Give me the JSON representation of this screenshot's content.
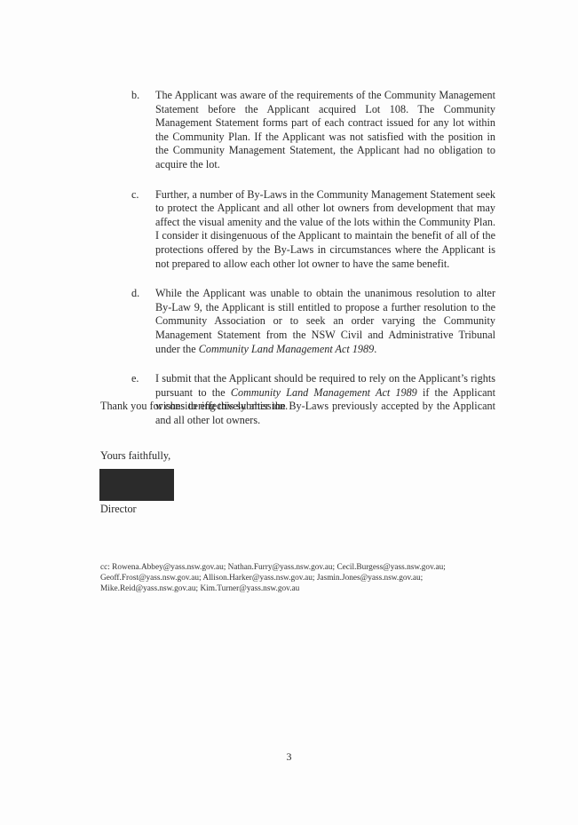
{
  "items": [
    {
      "letter": "b.",
      "text": "The Applicant was aware of the requirements of the Community Management Statement before the Applicant acquired Lot 108. The Community Management Statement forms part of each contract issued for any lot within the Community Plan. If the Applicant was not satisfied with the position in the Community Management Statement, the Applicant had no obligation to acquire the lot."
    },
    {
      "letter": "c.",
      "text": "Further, a number of By-Laws in the Community Management Statement seek to protect the Applicant and all other lot owners from development that may affect the visual amenity and the value of the lots within the Community Plan. I consider it disingenuous of the Applicant to maintain the benefit of all of the protections offered by the By-Laws in circumstances where the Applicant is not prepared to allow each other lot owner to have the same benefit."
    },
    {
      "letter": "d.",
      "text_before": "While the Applicant was unable to obtain the unanimous resolution to alter By-Law 9, the Applicant is still entitled to propose a further resolution to the Community Association or to seek an order varying the Community Management Statement from the NSW Civil and Administrative Tribunal under the ",
      "act": "Community Land Management Act 1989",
      "text_after": "."
    },
    {
      "letter": "e.",
      "text_before": "I submit that the Applicant should be required to rely on the Applicant’s rights pursuant to the ",
      "act": "Community Land Management Act 1989",
      "text_after": " if the Applicant wishes to effectively alter the By-Laws previously accepted by the Applicant and all other lot owners."
    }
  ],
  "thanks": "Thank you for considering this submission.",
  "closing": "Yours faithfully,",
  "role": "Director",
  "cc": [
    "cc: Rowena.Abbey@yass.nsw.gov.au; Nathan.Furry@yass.nsw.gov.au; Cecil.Burgess@yass.nsw.gov.au;",
    "Geoff.Frost@yass.nsw.gov.au; Allison.Harker@yass.nsw.gov.au; Jasmin.Jones@yass.nsw.gov.au;",
    "Mike.Reid@yass.nsw.gov.au; Kim.Turner@yass.nsw.gov.au"
  ],
  "page_number": "3"
}
